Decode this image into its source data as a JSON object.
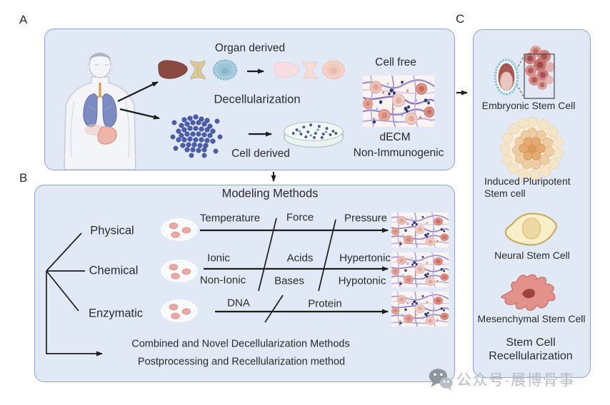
{
  "figure": {
    "panel_a": {
      "label": "A",
      "organ_derived": "Organ derived",
      "decellularization": "Decellularization",
      "cell_derived": "Cell derived",
      "cell_free": "Cell free",
      "decm": "dECM",
      "non_immunogenic": "Non-Immunogenic"
    },
    "panel_b": {
      "label": "B",
      "title": "Modeling Methods",
      "methods": [
        "Physical",
        "Chemical",
        "Enzymatic"
      ],
      "physical_factors": [
        "Temperature",
        "Force",
        "Pressure"
      ],
      "chemical_top": [
        "Ionic",
        "Acids",
        "Hypertonic"
      ],
      "chemical_bottom": [
        "Non-Ionic",
        "Bases",
        "Hypotonic"
      ],
      "enzymatic_factors": [
        "DNA",
        "Protein"
      ],
      "combined_line": "Combined and Novel Decellularization Methods",
      "postprocessing_line": "Postprocessing and Recellularization method"
    },
    "panel_c": {
      "label": "C",
      "embryonic": "Embryonic Stem Cell",
      "ipsc": "Induced Pluripotent Stem cell",
      "neural": "Neural Stem Cell",
      "mesenchymal": "Mesenchymal Stem Cell",
      "footer": "Stem Cell Recellularization"
    }
  },
  "watermark": {
    "text": "公众号·展博骨事",
    "icon": "wechat-icon"
  },
  "icons": [
    "human-figure-icon",
    "liver-icon",
    "trachea-icon",
    "bladder-icon",
    "decellularized-liver-icon",
    "decellularized-trachea-icon",
    "decellularized-bladder-icon",
    "cell-cluster-icon",
    "petri-dish-icon",
    "ecm-tissue-image",
    "cell-suspension-icon",
    "blastocyst-icon",
    "stem-cell-colony-icon",
    "ipsc-sphere-icon",
    "neural-stem-cell-icon",
    "mesenchymal-stem-cell-icon",
    "wechat-icon"
  ],
  "colors": {
    "panel_fill": "#e2e9f6",
    "panel_border": "#8fa2d2",
    "arrow": "#1c1c1c",
    "text": "#2b2b2b",
    "watermark": "#b5bbc6",
    "liver": "#8a4a40",
    "cell_dots": "#4b5da8",
    "ecm_fiber": "#9a8bd0",
    "ecm_cell": "#e29186"
  }
}
